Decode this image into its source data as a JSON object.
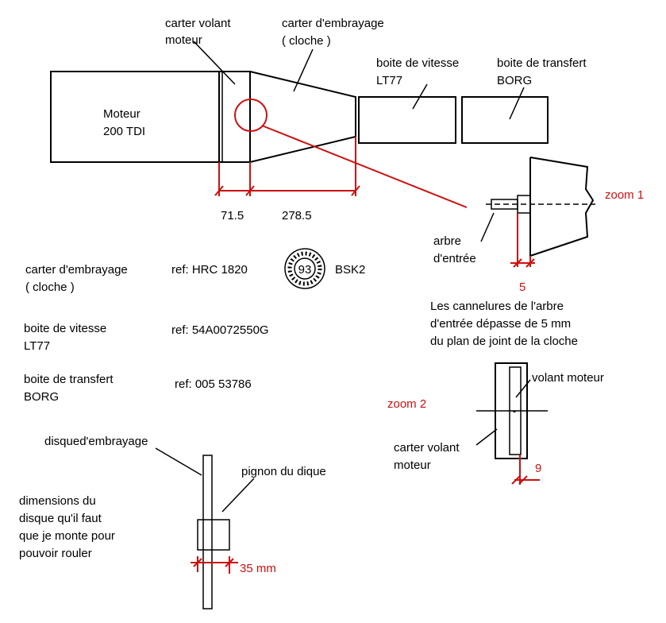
{
  "labels": {
    "carter_volant_1": "carter volant",
    "carter_volant_2": "moteur",
    "carter_embrayage_1": "carter d'embrayage",
    "carter_embrayage_2": "( cloche )",
    "moteur_1": "Moteur",
    "moteur_2": "200 TDI",
    "boite_vitesse_1": "boite de vitesse",
    "boite_vitesse_2": "LT77",
    "boite_transfert_1": "boite de transfert",
    "boite_transfert_2": "BORG"
  },
  "dimensions": {
    "d1": "71.5",
    "d2": "278.5",
    "d_zoom1": "5",
    "d_zoom2": "9",
    "d_disque": "35 mm"
  },
  "zoom1": {
    "title": "zoom 1",
    "arbre_1": "arbre",
    "arbre_2": "d'entrée",
    "note_1": "Les cannelures de l'arbre",
    "note_2": "d'entrée dépasse de 5 mm",
    "note_3": "du plan de joint de la cloche"
  },
  "zoom2": {
    "title": "zoom 2",
    "volant": "volant moteur",
    "carter_1": "carter volant",
    "carter_2": "moteur"
  },
  "refs": {
    "row1_name_1": "carter d'embrayage",
    "row1_name_2": "( cloche )",
    "row1_ref": "ref: HRC 1820",
    "row1_badge": "93",
    "row1_code": "BSK2",
    "row2_name_1": "boite de vitesse",
    "row2_name_2": "LT77",
    "row2_ref": "ref: 54A0072550G",
    "row3_name_1": "boite de transfert",
    "row3_name_2": "BORG",
    "row3_ref": "ref: 005 53786"
  },
  "disque": {
    "title": "disqued'embrayage",
    "pignon": "pignon du dique",
    "desc_1": "dimensions du",
    "desc_2": "disque qu'il faut",
    "desc_3": "que je monte pour",
    "desc_4": "pouvoir rouler"
  },
  "colors": {
    "annotation": "#cc1010",
    "line": "#000000"
  }
}
